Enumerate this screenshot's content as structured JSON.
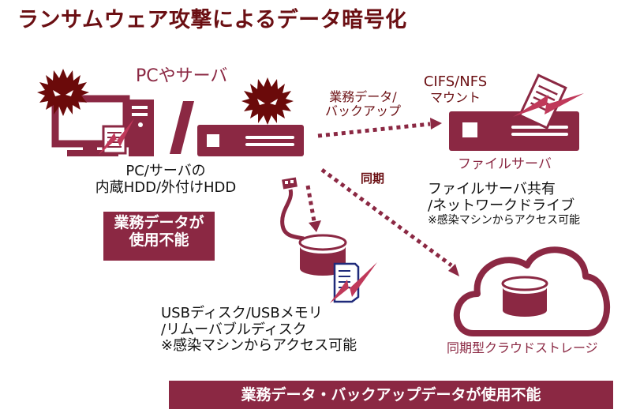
{
  "title": "ランサムウェア攻撃によるデータ暗号化",
  "colors": {
    "primary": "#8b2843",
    "dark": "#6b0f13",
    "virus": "#6b0a0a",
    "lightning": "#c0395a",
    "doc_blue": "#1f2a7a"
  },
  "pc_server": {
    "heading": "PCやサーバ",
    "caption_line1": "PC/サーバの",
    "caption_line2": "内蔵HDD/外付けHDD",
    "status_line1": "業務データが",
    "status_line2": "使用不能"
  },
  "arrows": {
    "to_file_server_line1": "業務データ/",
    "to_file_server_line2": "バックアップ",
    "sync": "同期"
  },
  "file_server": {
    "mount_line1": "CIFS/NFS",
    "mount_line2": "マウント",
    "label": "ファイルサーバ",
    "desc_line1": "ファイルサーバ共有",
    "desc_line2": "/ネットワークドライブ",
    "note": "※感染マシンからアクセス可能"
  },
  "usb": {
    "desc_line1": "USBディスク/USBメモリ",
    "desc_line2": "/リムーバブルディスク",
    "note": "※感染マシンからアクセス可能"
  },
  "cloud": {
    "label": "同期型クラウドストレージ"
  },
  "footer": {
    "banner": "業務データ・バックアップデータが使用不能"
  }
}
